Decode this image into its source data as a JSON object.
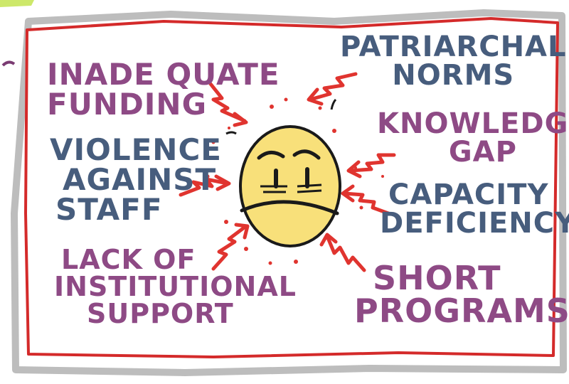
{
  "labels": {
    "inadequate_funding": [
      "INADE QUATE",
      "FUNDING"
    ],
    "violence_against_staff": [
      "VIOLENCE",
      "AGAINST",
      "STAFF"
    ],
    "lack_of_institutional_support": [
      "LACK OF",
      "INSTITUTIONAL",
      "SUPPORT"
    ],
    "patriarchal_norms": [
      "PATRIARCHAL",
      "NORMS"
    ],
    "knowledge_gap": [
      "KNOWLEDGE",
      "GAP"
    ],
    "capacity_deficiency": [
      "CAPACITY",
      "DEFICIENCY"
    ],
    "short_programs": [
      "SHORT",
      "PROGRAMS"
    ]
  },
  "colors": {
    "border_red": "#d42a2a",
    "shadow_gray": "#bdbdbd",
    "arrow_red": "#e0342f",
    "face_yellow": "#f8e07a",
    "outline": "#1a1a1a",
    "purple_text": "#8e4a85",
    "slate_text": "#475d7d",
    "corner_green": "#cde86a"
  },
  "icons": [
    "worried-face-icon",
    "zigzag-arrow-icon"
  ]
}
